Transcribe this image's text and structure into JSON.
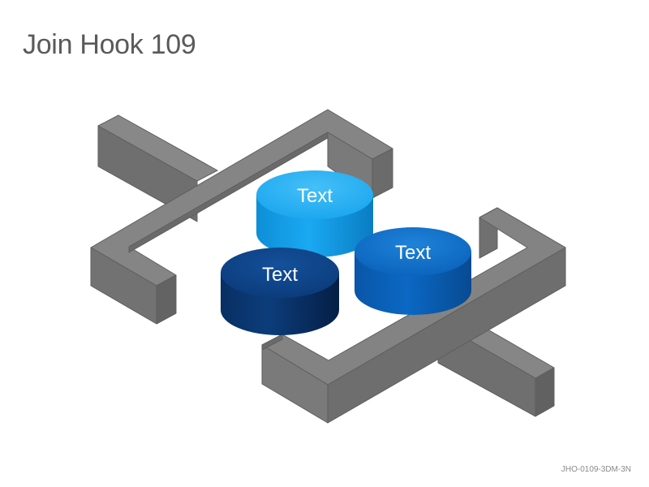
{
  "slide": {
    "title": "Join Hook 109",
    "footer_code": "JHO-0109-3DM-3N"
  },
  "disks": [
    {
      "id": "top",
      "label": "Text",
      "color": "#18a6f0"
    },
    {
      "id": "right",
      "label": "Text",
      "color": "#0b66c2"
    },
    {
      "id": "front",
      "label": "Text",
      "color": "#0b3a78"
    }
  ],
  "colors": {
    "hook_top": "#7f7f7f",
    "hook_side_light": "#8f8f8f",
    "hook_side_dark": "#6e6e6e",
    "hook_edge": "#5f5f5f"
  }
}
